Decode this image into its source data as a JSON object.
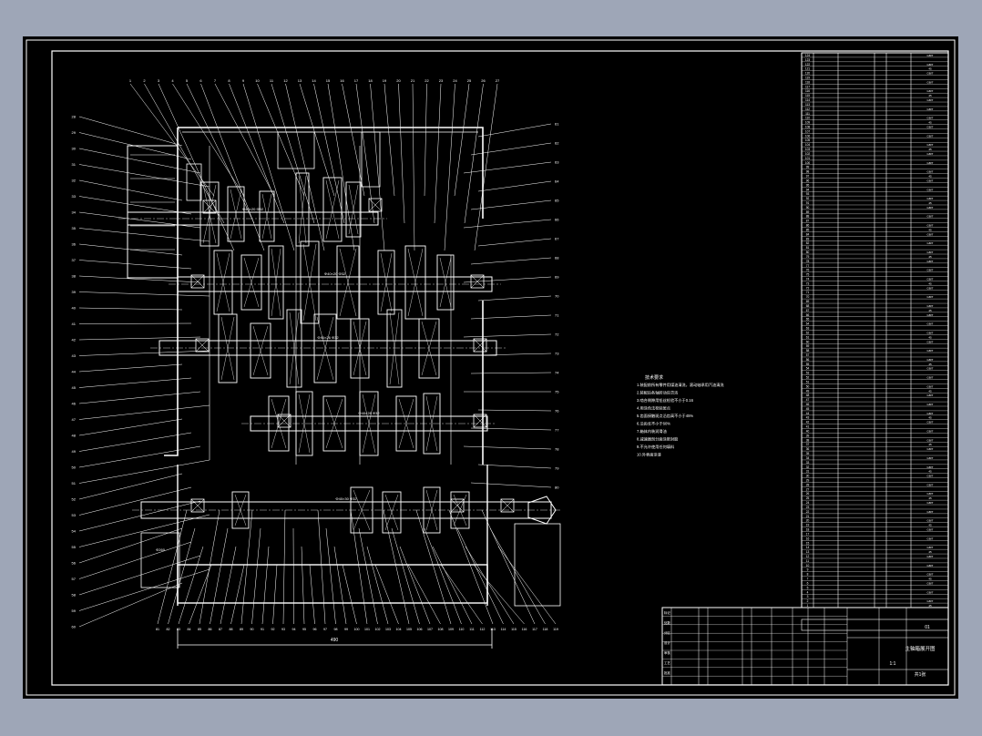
{
  "drawing": {
    "accent_color": "#ffffff",
    "background_color": "#000000",
    "viewport_color": "#9ea6b7",
    "scale_dimension": "490",
    "small_label": "Φ260",
    "shaft_labels": [
      "Φ40×20 Φ32",
      "Φ40×20 Φ32",
      "Φ40×26 Φ32",
      "Φ40×26 Φ32",
      "Φ40×30 Φ32"
    ],
    "part_numbers_top": [
      "1",
      "2",
      "3",
      "4",
      "5",
      "6",
      "7",
      "8",
      "9",
      "10",
      "11",
      "12",
      "13",
      "14",
      "15",
      "16",
      "17",
      "18",
      "19",
      "20",
      "21",
      "22",
      "23",
      "24",
      "25",
      "26",
      "27"
    ],
    "part_numbers_left": [
      "28",
      "29",
      "30",
      "31",
      "32",
      "33",
      "34",
      "35",
      "36",
      "37",
      "38",
      "39",
      "40",
      "41",
      "42",
      "43",
      "44",
      "45",
      "46",
      "47",
      "48",
      "49",
      "50",
      "51",
      "52",
      "53",
      "54",
      "55",
      "56",
      "57",
      "58",
      "59",
      "60"
    ],
    "part_numbers_right": [
      "61",
      "62",
      "63",
      "64",
      "65",
      "66",
      "67",
      "68",
      "69",
      "70",
      "71",
      "72",
      "73",
      "74",
      "75",
      "76",
      "77",
      "78",
      "79",
      "80"
    ],
    "part_numbers_bottom": [
      "81",
      "82",
      "83",
      "84",
      "85",
      "86",
      "87",
      "88",
      "89",
      "90",
      "91",
      "92",
      "93",
      "94",
      "95",
      "96",
      "97",
      "98",
      "99",
      "100",
      "101",
      "102",
      "103",
      "104",
      "105",
      "106",
      "107",
      "108",
      "109",
      "110",
      "111",
      "112",
      "113",
      "114",
      "115",
      "116",
      "117",
      "118",
      "119"
    ]
  },
  "notes": {
    "heading": "技术要求",
    "lines": [
      "1.装配前所有零件用煤油清洗，滚动轴承用汽油清洗",
      "2.装配后各轴转动应灵活",
      "3.啮合侧隙用铅丝检验不小于0.16",
      "4.用涂色法检验斑点",
      "5.齿面接触斑点沿齿高不小于45%",
      "6.沿齿长不小于60%",
      "7.箱体内装润滑油",
      "8.减速器剖分面涂密封胶",
      "9.不允许使用任何填料",
      "10.外表面涂漆"
    ]
  },
  "parts_list": {
    "rows": 124,
    "code": "GB/T",
    "material": "45"
  },
  "title_block": {
    "title": "主轴箱展开图",
    "drawing_no": "01",
    "scale": "1:1",
    "sheet": "共1张",
    "labels": [
      "标记",
      "处数",
      "分区",
      "设计",
      "审核",
      "工艺",
      "批准"
    ]
  }
}
